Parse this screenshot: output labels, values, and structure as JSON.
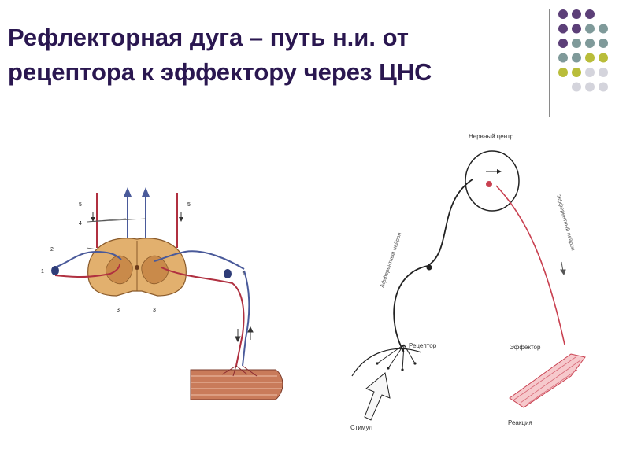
{
  "slide": {
    "title_line1": "Рефлекторная дуга – путь н.и. от",
    "title_line2": "рецептора к эффектору через ЦНС"
  },
  "decoration": {
    "dot_colors": [
      "#5c3f78",
      "#7f9a9a",
      "#b9bd3a",
      "#d4d4dc"
    ]
  },
  "figure_spinal": {
    "labels": [
      "1",
      "2",
      "3",
      "3",
      "4",
      "5",
      "5",
      "1"
    ]
  },
  "figure_arc": {
    "center_label": "Нервный центр",
    "afferent_label": "Афферентный нейрон",
    "efferent_label": "Эфферентный нейрон",
    "receptor_label": "Рецептор",
    "effector_label": "Эффектор",
    "stimulus_label": "Стимул",
    "reaction_label": "Реакция"
  }
}
